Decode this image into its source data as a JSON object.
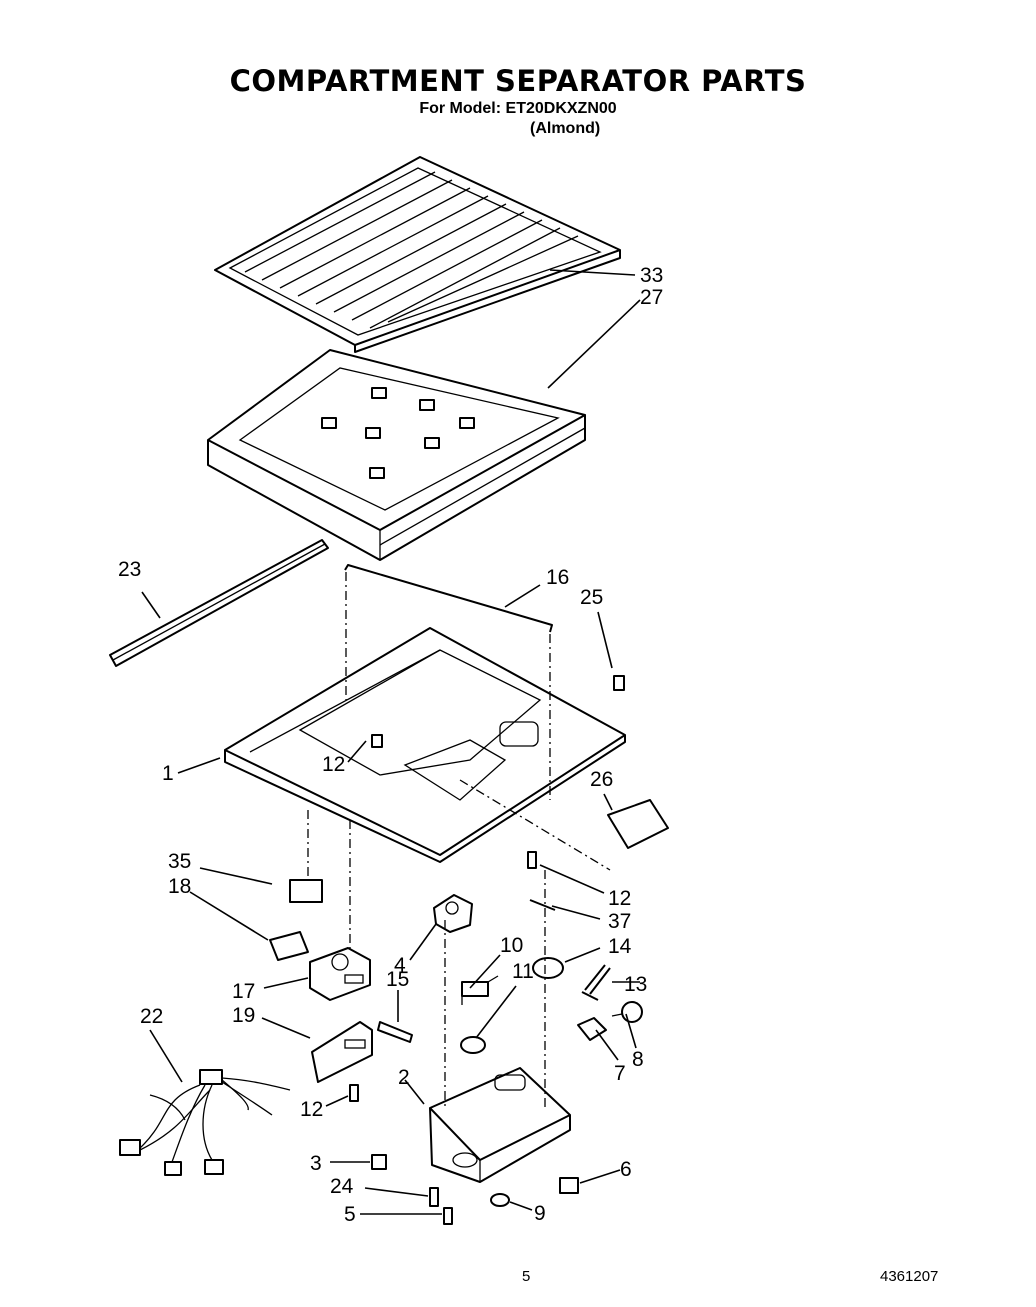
{
  "header": {
    "title": "COMPARTMENT SEPARATOR PARTS",
    "model_line": "For Model: ET20DKXZN00",
    "color_line": "(Almond)"
  },
  "footer": {
    "page_number": "5",
    "doc_code": "4361207"
  },
  "callouts": {
    "c33": "33",
    "c27": "27",
    "c23": "23",
    "c16": "16",
    "c25": "25",
    "c1": "1",
    "c12a": "12",
    "c26": "26",
    "c35": "35",
    "c18": "18",
    "c12b": "12",
    "c37": "37",
    "c4": "4",
    "c10": "10",
    "c14": "14",
    "c17": "17",
    "c15": "15",
    "c11": "11",
    "c13": "13",
    "c22": "22",
    "c19": "19",
    "c8": "8",
    "c7": "7",
    "c2": "2",
    "c12c": "12",
    "c3": "3",
    "c6": "6",
    "c24": "24",
    "c5": "5",
    "c9": "9"
  }
}
